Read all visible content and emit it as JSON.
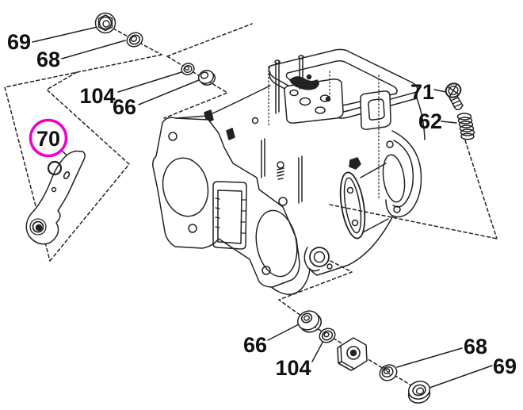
{
  "diagram": {
    "kind": "exploded-parts-diagram",
    "subject": "carburetor assembly line drawing",
    "background_color": "#ffffff",
    "line_color": "#222222",
    "label_color": "#111111",
    "highlight": {
      "part_label": "70",
      "color": "#ee00cc",
      "shape": "circle"
    }
  },
  "parts": [
    {
      "label": "69",
      "icon": "flange-nut-icon",
      "region": "top-left"
    },
    {
      "label": "68",
      "icon": "washer-icon",
      "region": "top-left"
    },
    {
      "label": "104",
      "icon": "washer-icon",
      "region": "upper-left"
    },
    {
      "label": "66",
      "icon": "bushing-icon",
      "region": "upper-left"
    },
    {
      "label": "70",
      "icon": "lever-arm-icon",
      "region": "left",
      "highlighted": true
    },
    {
      "label": "71",
      "icon": "screw-icon",
      "region": "right"
    },
    {
      "label": "62",
      "icon": "spring-icon",
      "region": "right"
    },
    {
      "label": "66",
      "icon": "bushing-icon",
      "region": "bottom-center"
    },
    {
      "label": "104",
      "icon": "washer-icon",
      "region": "bottom-center"
    },
    {
      "label": "68",
      "icon": "washer-icon",
      "region": "bottom-right"
    },
    {
      "label": "69",
      "icon": "flange-nut-icon",
      "region": "bottom-right"
    }
  ]
}
